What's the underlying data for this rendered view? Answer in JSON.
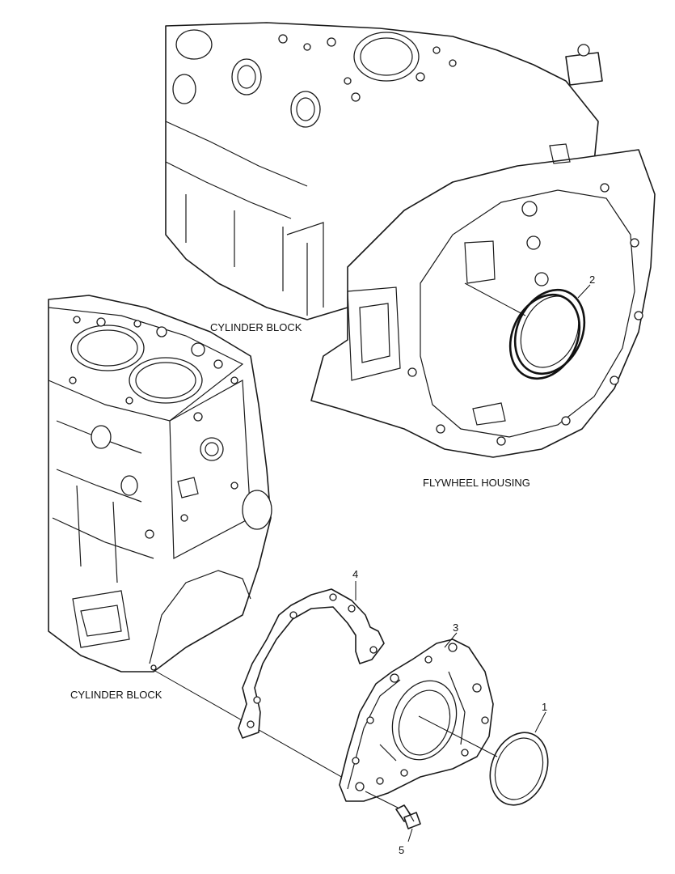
{
  "labels": {
    "cylinder_block_top": "CYLINDER BLOCK",
    "flywheel_housing": "FLYWHEEL HOUSING",
    "cylinder_block_bottom": "CYLINDER BLOCK"
  },
  "callouts": {
    "rear_seal": "1",
    "housing_seal": "2",
    "seal_carrier": "3",
    "gasket": "4",
    "bolt": "5"
  }
}
